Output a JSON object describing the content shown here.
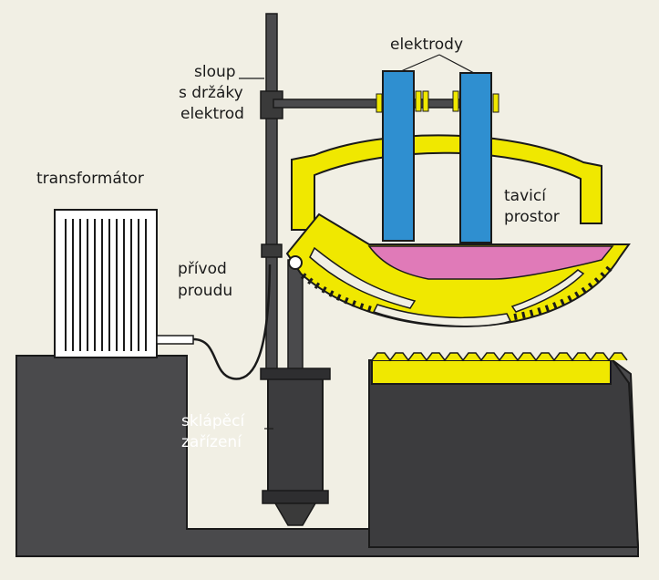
{
  "labels": {
    "electrodes": "elektrody",
    "column_line1": "sloup",
    "column_line2": "s držáky",
    "column_line3": "elektrod",
    "transformer": "transformátor",
    "furnace_space_line1": "tavicí",
    "furnace_space_line2": "prostor",
    "current_lead_line1": "přívod",
    "current_lead_line2": "proudu",
    "tilting_line1": "sklápěcí",
    "tilting_line2": "zařízení"
  },
  "colors": {
    "background": "#f1efe4",
    "machine_body": "#4a4a4c",
    "furnace_shell": "#f0e800",
    "electrodes": "#2f8fd0",
    "molten_metal": "#e07ab8",
    "transformer": "#ffffff",
    "outline": "#1a1a1a"
  }
}
